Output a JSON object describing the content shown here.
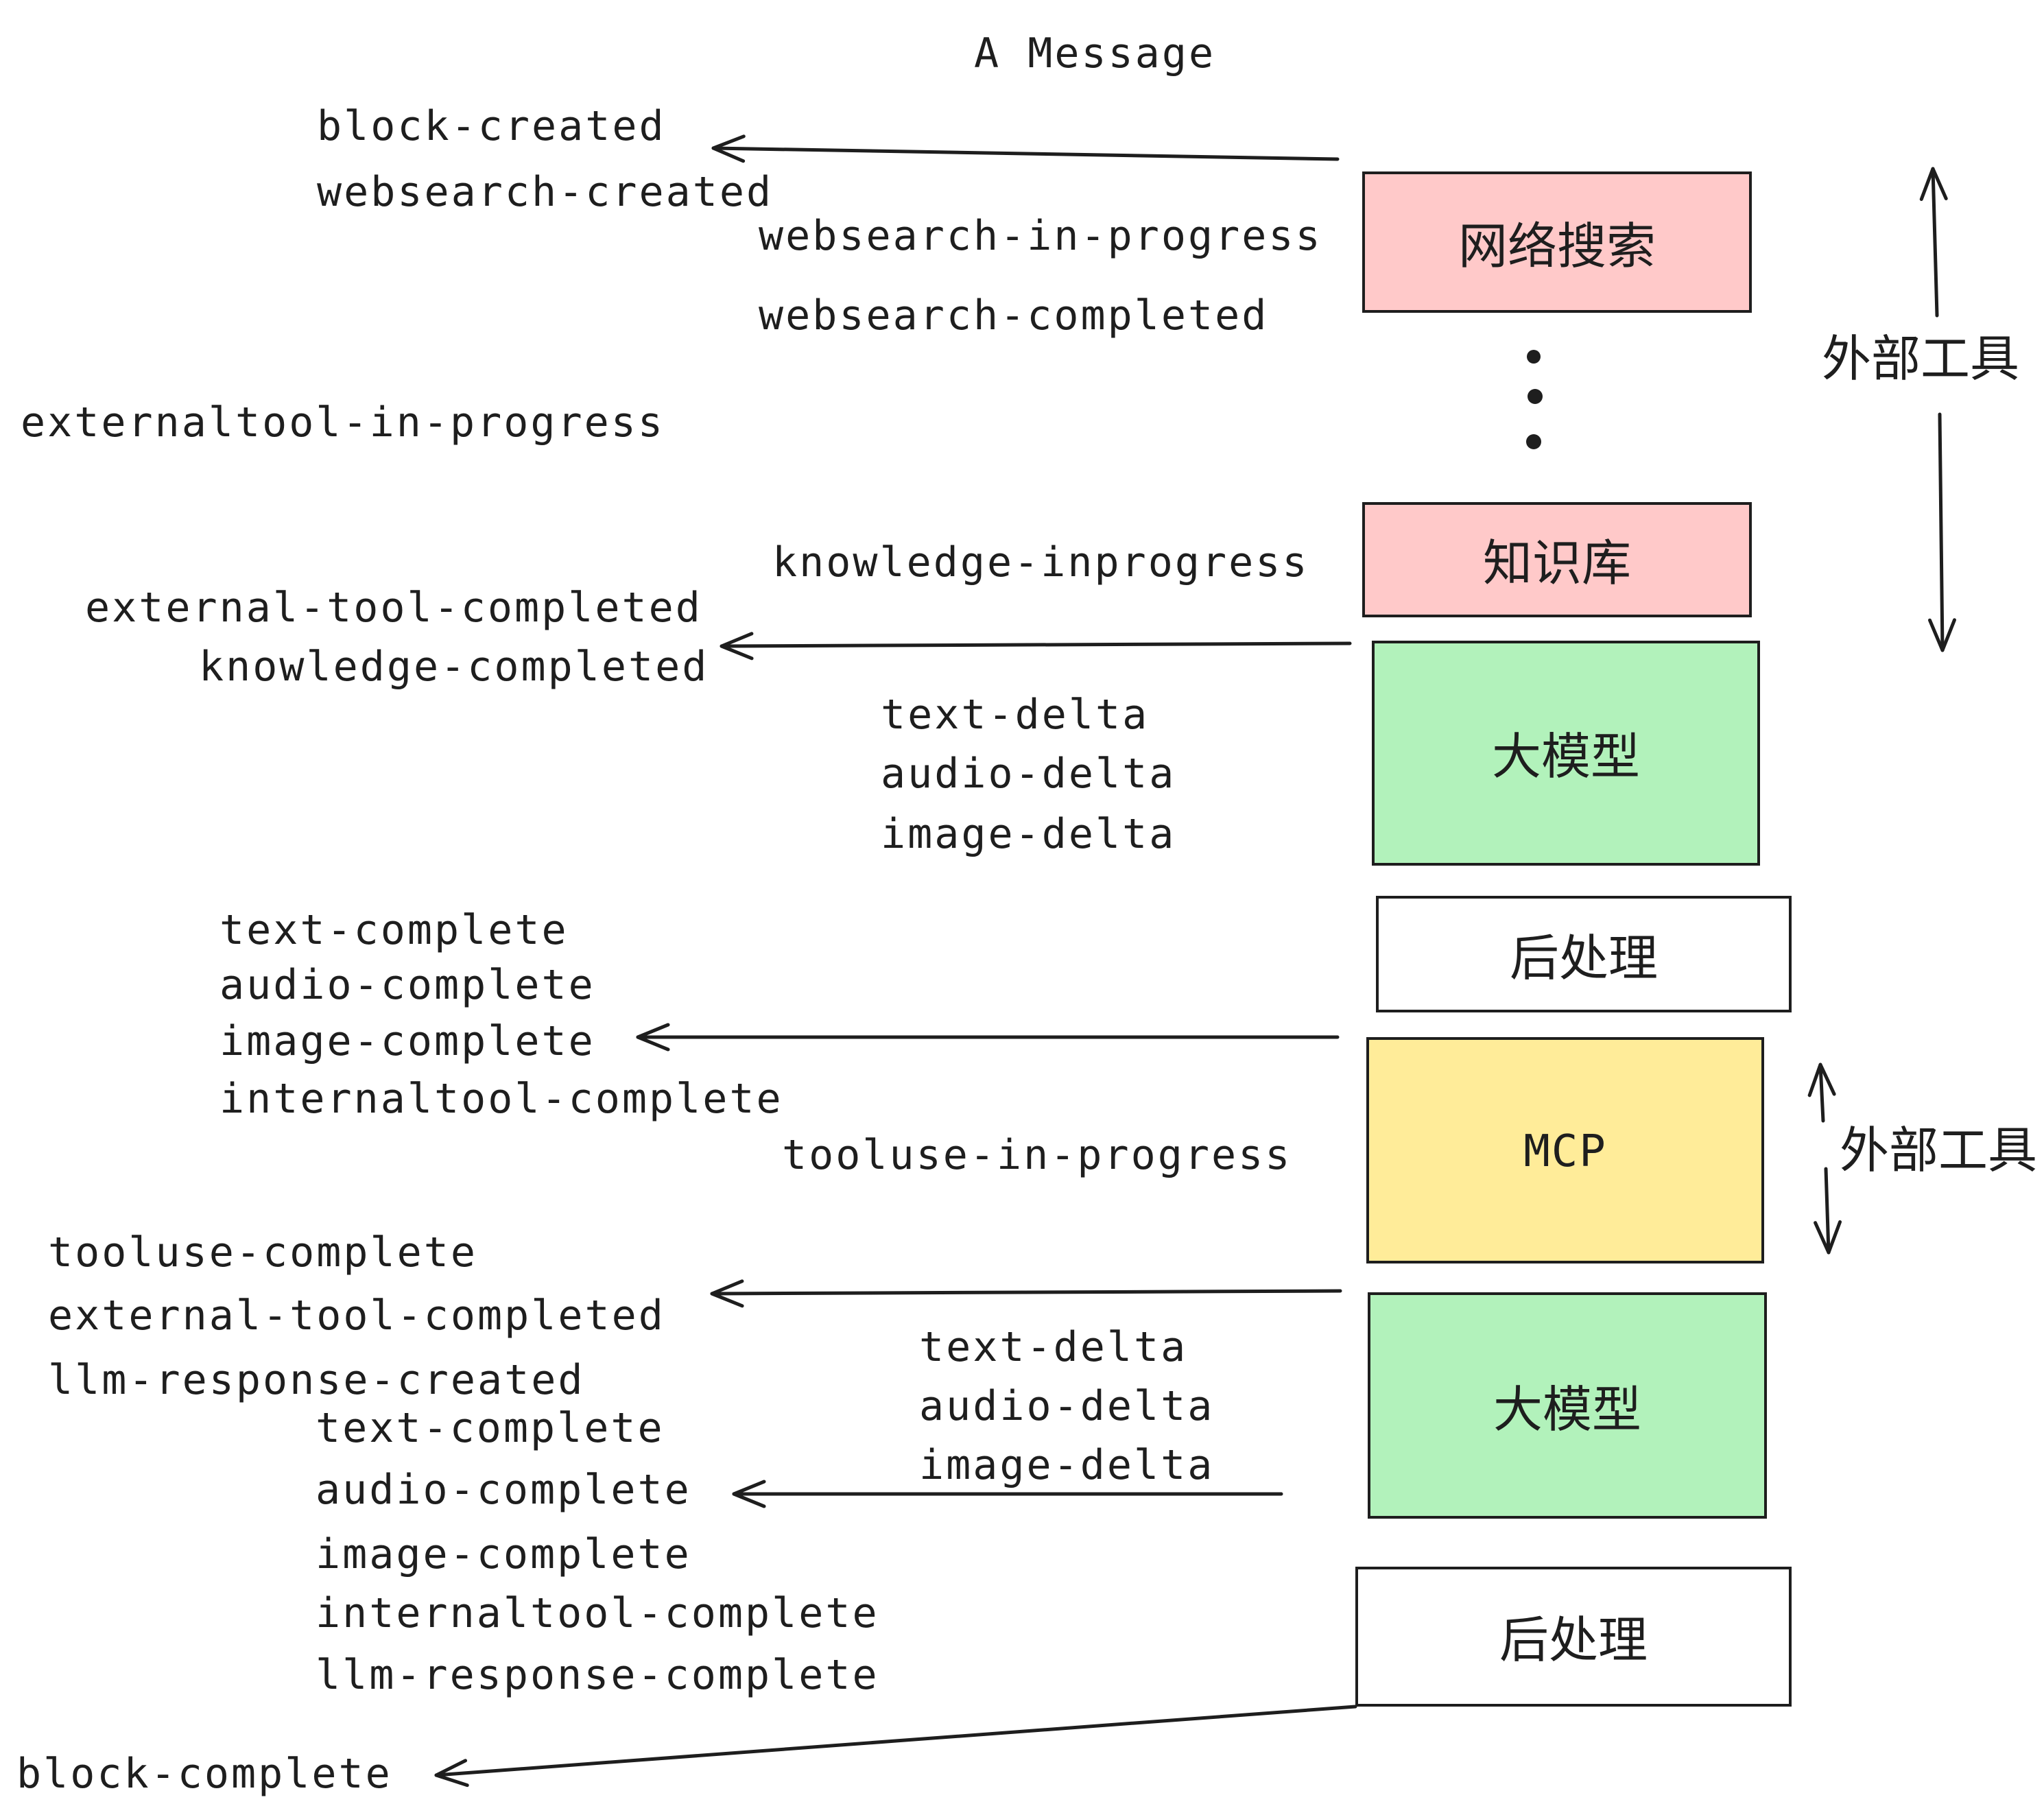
{
  "title": "A Message",
  "events": {
    "block_created": "block-created",
    "websearch_created": "websearch-created",
    "websearch_in_progress": "websearch-in-progress",
    "websearch_completed": "websearch-completed",
    "externaltool_in_progress": "externaltool-in-progress",
    "knowledge_inprogress": "knowledge-inprogress",
    "external_tool_completed": "external-tool-completed",
    "knowledge_completed": "knowledge-completed",
    "text_delta": "text-delta",
    "audio_delta": "audio-delta",
    "image_delta": "image-delta",
    "text_complete": "text-complete",
    "audio_complete": "audio-complete",
    "image_complete": "image-complete",
    "internaltool_complete": "internaltool-complete",
    "tooluse_in_progress": "tooluse-in-progress",
    "tooluse_complete": "tooluse-complete",
    "llm_response_created": "llm-response-created",
    "llm_response_complete": "llm-response-complete",
    "block_complete": "block-complete"
  },
  "boxes": {
    "web_search": {
      "label": "网络搜索",
      "fill": "#ffc9c9"
    },
    "knowledge_base": {
      "label": "知识库",
      "fill": "#ffc9c9"
    },
    "llm": {
      "label": "大模型",
      "fill": "#b2f2bb"
    },
    "post_process": {
      "label": "后处理",
      "fill": "#ffffff"
    },
    "mcp": {
      "label": "MCP",
      "fill": "#ffec99"
    }
  },
  "annotations": {
    "external_tools": "外部工具"
  },
  "icons": {
    "ellipsis_dots": "vertical-ellipsis"
  },
  "colors": {
    "ink": "#1e1e1e",
    "pink": "#ffc9c9",
    "green": "#b2f2bb",
    "yellow": "#ffec99",
    "white": "#ffffff"
  }
}
